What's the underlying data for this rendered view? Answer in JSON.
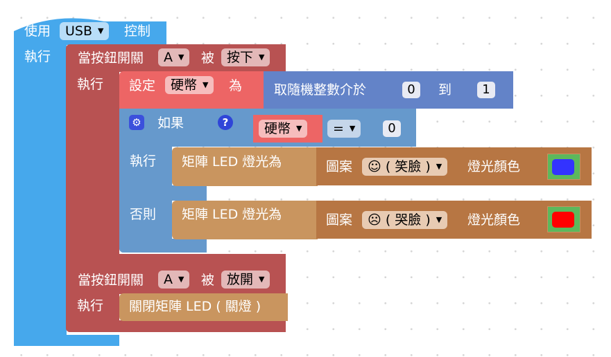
{
  "main_block": {
    "use_label": "使用",
    "port": "USB",
    "control_label": "控制",
    "do_label": "執行"
  },
  "event1": {
    "label": "當按鈕開關",
    "button": "A",
    "by_label": "被",
    "action": "按下",
    "do_label": "執行"
  },
  "set_block": {
    "label": "設定",
    "variable": "硬幣",
    "as_label": "為"
  },
  "random_block": {
    "label": "取隨機整數介於",
    "from": "0",
    "to_label": "到",
    "to": "1"
  },
  "if_block": {
    "if_label": "如果",
    "help": "?",
    "variable": "硬幣",
    "operator": "=",
    "value": "0",
    "do_label": "執行",
    "else_label": "否則"
  },
  "led1": {
    "label": "矩陣 LED 燈光為",
    "pattern_label": "圖案",
    "pattern": "☺ ( 笑臉 )",
    "color_label": "燈光顏色",
    "color": "#3333ff"
  },
  "led2": {
    "label": "矩陣 LED 燈光為",
    "pattern_label": "圖案",
    "pattern": "☹ ( 哭臉 )",
    "color_label": "燈光顏色",
    "color": "#ff0000"
  },
  "event2": {
    "label": "當按鈕開關",
    "button": "A",
    "by_label": "被",
    "action": "放開",
    "do_label": "執行"
  },
  "led_off": {
    "label": "關閉矩陣 LED ( 關燈 )"
  }
}
